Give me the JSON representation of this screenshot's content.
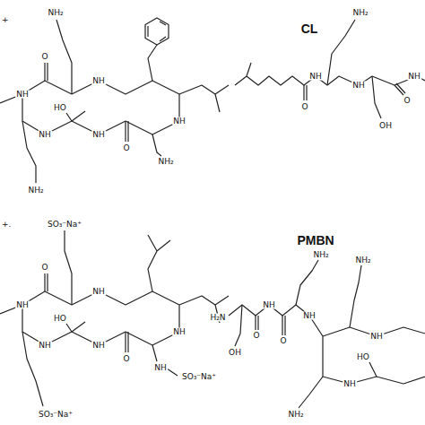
{
  "diagram": {
    "labels": [
      "+",
      "CL",
      "+.",
      "PMBN",
      "NH₂",
      "NH",
      "NH",
      "NH",
      "NH",
      "NH",
      "O",
      "O",
      "HO",
      "NH₂",
      "NH₂",
      "SO₃⁻Na⁺",
      "NH",
      "NH",
      "NH",
      "NH",
      "NH",
      "O",
      "O",
      "HO",
      "SO₃⁻Na⁺",
      "NH",
      "SO₃⁻Na⁺",
      "H₂N",
      "OH",
      "O",
      "NH",
      "O",
      "NH₂",
      "NH",
      "NH₂",
      "NH",
      "HO",
      "NH",
      "NH₂",
      "NH₂",
      "O",
      "NH",
      "NH",
      "OH",
      "O",
      "NH"
    ]
  }
}
